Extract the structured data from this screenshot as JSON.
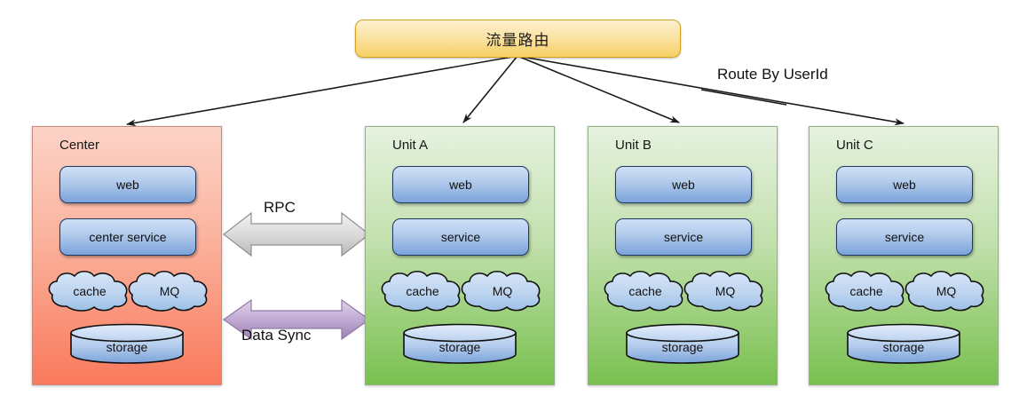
{
  "router": {
    "label": "流量路由",
    "fill_top": "#fdf0cf",
    "fill_bottom": "#f7cf63"
  },
  "annotations": {
    "route_by_userid": "Route By UserId",
    "rpc": "RPC",
    "data_sync": "Data Sync"
  },
  "connectors": {
    "rpc": {
      "label": "RPC",
      "color": "#cfcfcf",
      "style": "double-arrow"
    },
    "data_sync": {
      "label": "Data Sync",
      "color": "#b9a3cc",
      "style": "double-arrow"
    }
  },
  "zones": [
    {
      "id": "center",
      "title": "Center",
      "kind": "center",
      "fill_top": "#fcd3c7",
      "fill_bottom": "#f9795c",
      "web": "web",
      "service": "center service",
      "cache": "cache",
      "mq": "MQ",
      "storage": "storage"
    },
    {
      "id": "unit-a",
      "title": "Unit A",
      "kind": "unit",
      "fill_top": "#e6f2df",
      "fill_bottom": "#79c04f",
      "web": "web",
      "service": "service",
      "cache": "cache",
      "mq": "MQ",
      "storage": "storage"
    },
    {
      "id": "unit-b",
      "title": "Unit B",
      "kind": "unit",
      "fill_top": "#e6f2df",
      "fill_bottom": "#79c04f",
      "web": "web",
      "service": "service",
      "cache": "cache",
      "mq": "MQ",
      "storage": "storage"
    },
    {
      "id": "unit-c",
      "title": "Unit C",
      "kind": "unit",
      "fill_top": "#e6f2df",
      "fill_bottom": "#79c04f",
      "web": "web",
      "service": "service",
      "cache": "cache",
      "mq": "MQ",
      "storage": "storage"
    }
  ]
}
